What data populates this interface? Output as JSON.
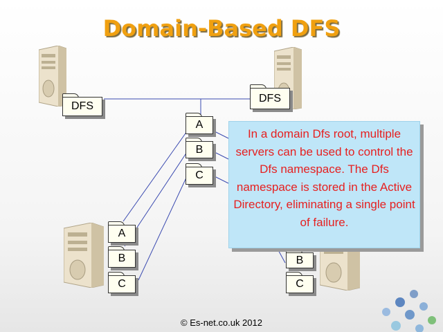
{
  "title": "Domain-Based DFS",
  "callout": {
    "text": "In a domain Dfs root, multiple servers can be used to control the Dfs namespace. The Dfs namespace is stored in the Active Directory, eliminating a single point of failure."
  },
  "folders": {
    "dfs_left": "DFS",
    "dfs_right": "DFS",
    "center_a": "A",
    "center_b": "B",
    "center_c": "C",
    "left_a": "A",
    "left_b": "B",
    "left_c": "C",
    "right_b": "B",
    "right_c": "C"
  },
  "copyright": "© Es-net.co.uk 2012",
  "colors": {
    "title": "#f0a010",
    "callout_bg": "#bfe6f8",
    "callout_text": "#e62020",
    "lines": "#3a4ab0"
  }
}
